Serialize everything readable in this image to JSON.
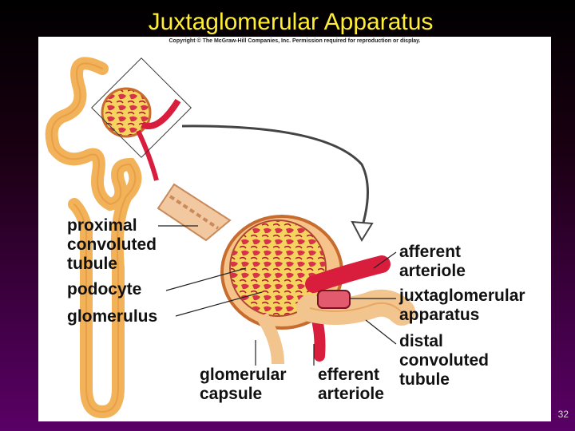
{
  "slide": {
    "title": "Juxtaglomerular Apparatus",
    "copyright": "Copyright © The McGraw-Hill Companies, Inc. Permission required for reproduction or display.",
    "page_number": "32"
  },
  "labels": {
    "proximal_line1": "proximal",
    "proximal_line2": "convoluted",
    "proximal_line3": "tubule",
    "podocyte": "podocyte",
    "glomerulus": "glomerulus",
    "afferent_line1": "afferent",
    "afferent_line2": "arteriole",
    "jga_line1": "juxtaglomerular",
    "jga_line2": "apparatus",
    "distal_line1": "distal",
    "distal_line2": "convoluted",
    "distal_line3": "tubule",
    "capsule_line1": "glomerular",
    "capsule_line2": "capsule",
    "efferent_line1": "efferent",
    "efferent_line2": "arteriole"
  },
  "colors": {
    "title": "#ffee33",
    "tubule": "#f2b25a",
    "vessel": "#d81e3c",
    "tissue": "#f4d35e"
  }
}
